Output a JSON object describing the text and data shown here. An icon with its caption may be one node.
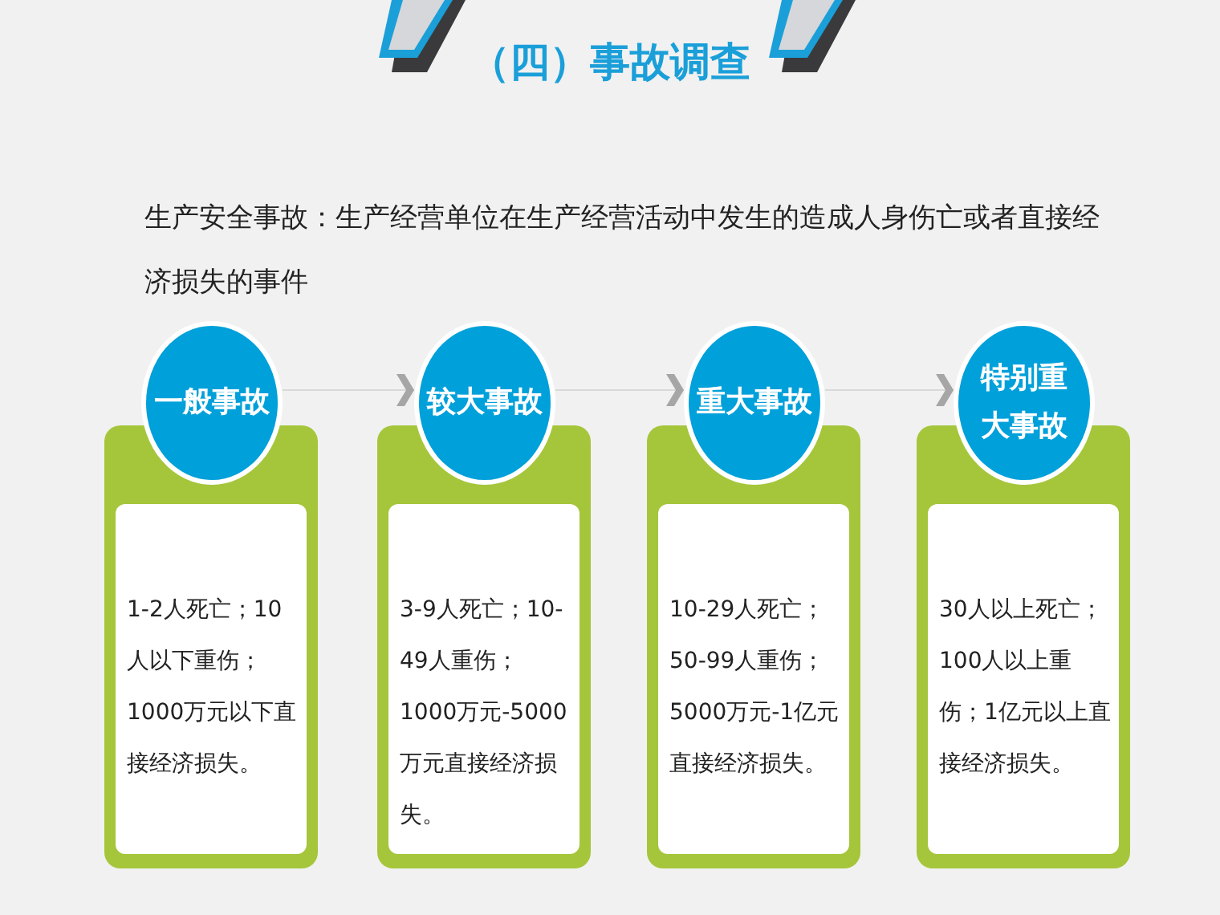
{
  "diagram": {
    "title": "（四）事故调查",
    "nodes": [
      {
        "text": [
          "一般事故"
        ]
      },
      {
        "text": [
          "1-2人死亡；10人以下重伤；1000万元以下直接经济损失。"
        ]
      },
      {
        "text": [
          "较大事故"
        ]
      },
      {
        "text": [
          "3-9人死亡；10-49人重伤；1000万元-5000万元直接经济损失。"
        ]
      },
      {
        "text": [
          "重大事故"
        ]
      },
      {
        "text": [
          "10-29人死亡；50-99人重伤；5000万元-1亿元直接经济损失。"
        ]
      },
      {
        "text": [
          "特别重大事故"
        ]
      },
      {
        "text": [
          "30人以上死亡；100人以上重伤；1亿元以上直接经济损失。"
        ]
      }
    ],
    "edges": [
      {
        "from": 0,
        "to": 2,
        "arrow": "to"
      },
      {
        "from": 2,
        "to": 4,
        "arrow": "to"
      },
      {
        "from": 4,
        "to": 6,
        "arrow": "to"
      }
    ],
    "labels": [
      "生产安全事故：生产经营单位在生产经营活动中发生的造成人身伤亡或者直接经济损失的事件"
    ]
  }
}
